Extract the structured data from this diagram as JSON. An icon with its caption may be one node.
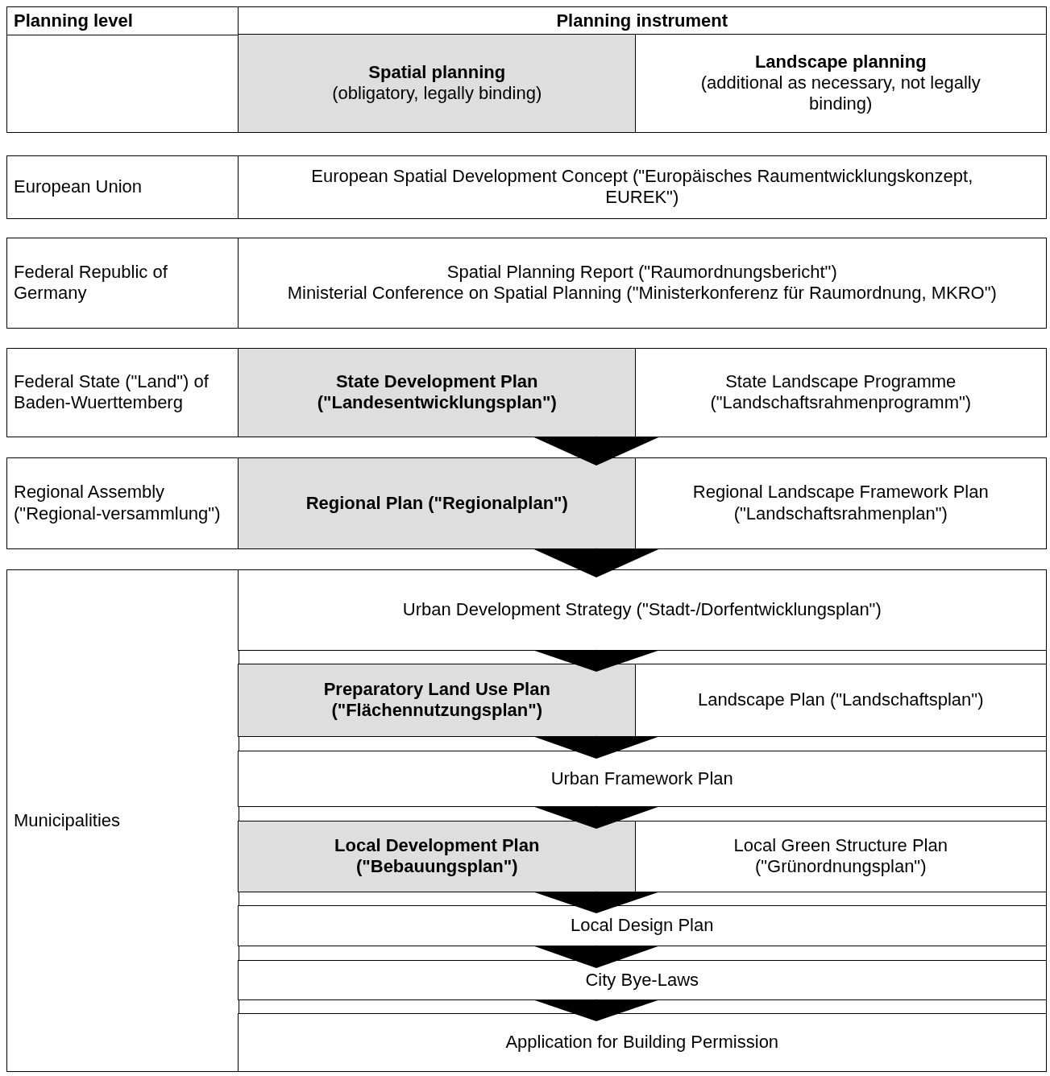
{
  "diagram": {
    "nodes": [
      {
        "text": [
          "Planning level"
        ]
      },
      {
        "text": [
          "Planning instrument"
        ]
      },
      {
        "text": [
          "Spatial planning",
          "(obligatory, legally binding)"
        ]
      },
      {
        "text": [
          "Landscape planning",
          "(additional as necessary, not legally binding)"
        ]
      },
      {
        "text": [
          "European Union"
        ]
      },
      {
        "text": [
          "European Spatial Development Concept (\"Europäisches Raumentwicklungskonzept, EUREK\")"
        ]
      },
      {
        "text": [
          "Federal Republic of Germany"
        ]
      },
      {
        "text": [
          "Spatial Planning Report (\"Raumordnungsbericht\")",
          "Ministerial Conference on Spatial Planning (\"Ministerkonferenz für Raumordnung, MKRO\")"
        ]
      },
      {
        "text": [
          "Federal State (\"Land\") of Baden-Wuerttemberg"
        ]
      },
      {
        "text": [
          "State Development Plan (\"Landesentwicklungsplan\")"
        ]
      },
      {
        "text": [
          "State Landscape Programme (\"Landschaftsrahmenprogramm\")"
        ]
      },
      {
        "text": [
          "Regional Assembly (\"Regional-versammlung\")"
        ]
      },
      {
        "text": [
          "Regional Plan (\"Regionalplan\")"
        ]
      },
      {
        "text": [
          "Regional Landscape Framework Plan (\"Landschaftsrahmenplan\")"
        ]
      },
      {
        "text": [
          "Municipalities"
        ]
      },
      {
        "text": [
          "Urban Development Strategy (\"Stadt-/Dorfentwicklungsplan\")"
        ]
      },
      {
        "text": [
          "Preparatory Land Use Plan (\"Flächennutzungsplan\")"
        ]
      },
      {
        "text": [
          "Landscape Plan (\"Landschaftsplan\")"
        ]
      },
      {
        "text": [
          "Urban Framework Plan"
        ]
      },
      {
        "text": [
          "Local Development Plan (\"Bebauungsplan\")"
        ]
      },
      {
        "text": [
          "Local Green Structure Plan (\"Grünordnungsplan\")"
        ]
      },
      {
        "text": [
          "Local Design Plan"
        ]
      },
      {
        "text": [
          "City Bye-Laws"
        ]
      },
      {
        "text": [
          "Application for Building Permission"
        ]
      }
    ],
    "edges": [
      {
        "from": 9,
        "to": 12,
        "arrow": "to"
      },
      {
        "from": 12,
        "to": 15,
        "arrow": "to"
      },
      {
        "from": 15,
        "to": 16,
        "arrow": "to"
      },
      {
        "from": 16,
        "to": 18,
        "arrow": "to"
      },
      {
        "from": 18,
        "to": 19,
        "arrow": "to"
      },
      {
        "from": 19,
        "to": 21,
        "arrow": "to"
      },
      {
        "from": 21,
        "to": 22,
        "arrow": "to"
      },
      {
        "from": 22,
        "to": 23,
        "arrow": "to"
      }
    ]
  }
}
